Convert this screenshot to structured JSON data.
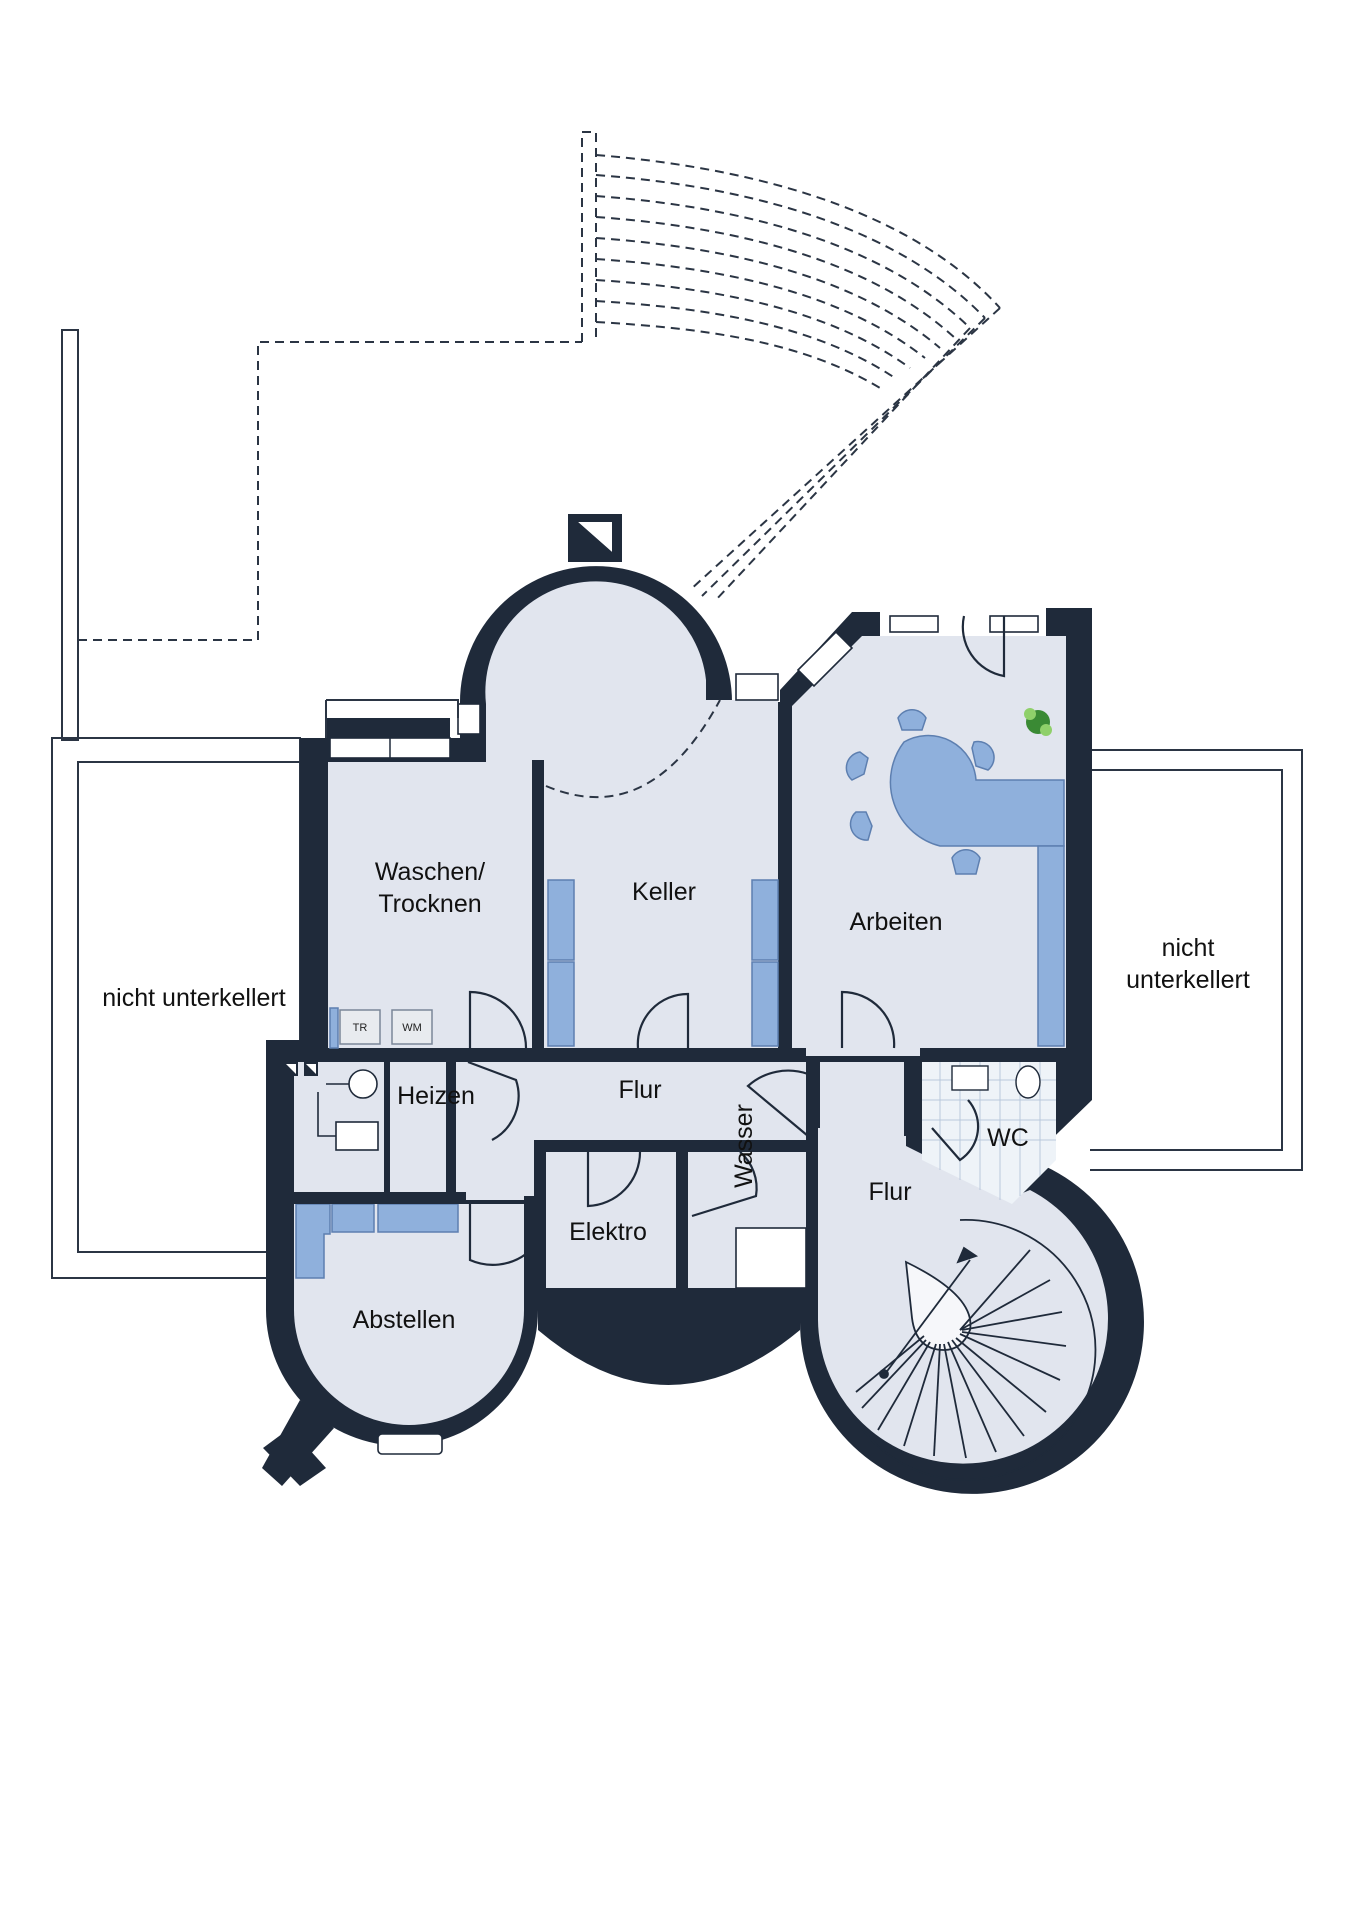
{
  "rooms": {
    "waschen_line1": "Waschen/",
    "waschen_line2": "Trocknen",
    "keller": "Keller",
    "arbeiten": "Arbeiten",
    "heizen": "Heizen",
    "flur_center": "Flur",
    "flur_right": "Flur",
    "wasser": "Wasser",
    "wc": "WC",
    "elektro": "Elektro",
    "abstellen": "Abstellen"
  },
  "areas": {
    "left": "nicht unterkellert",
    "right_line1": "nicht",
    "right_line2": "unterkellert"
  },
  "appliances": {
    "dryer": "TR",
    "washer": "WM"
  },
  "colors": {
    "wall": "#1f2a3a",
    "floor": "#e1e5ee",
    "furniture": "#8fb0dc"
  },
  "icons": [
    "chimney-icon",
    "plant-icon",
    "staircase-icon",
    "sink-icon",
    "toilet-icon",
    "boiler-icon"
  ]
}
